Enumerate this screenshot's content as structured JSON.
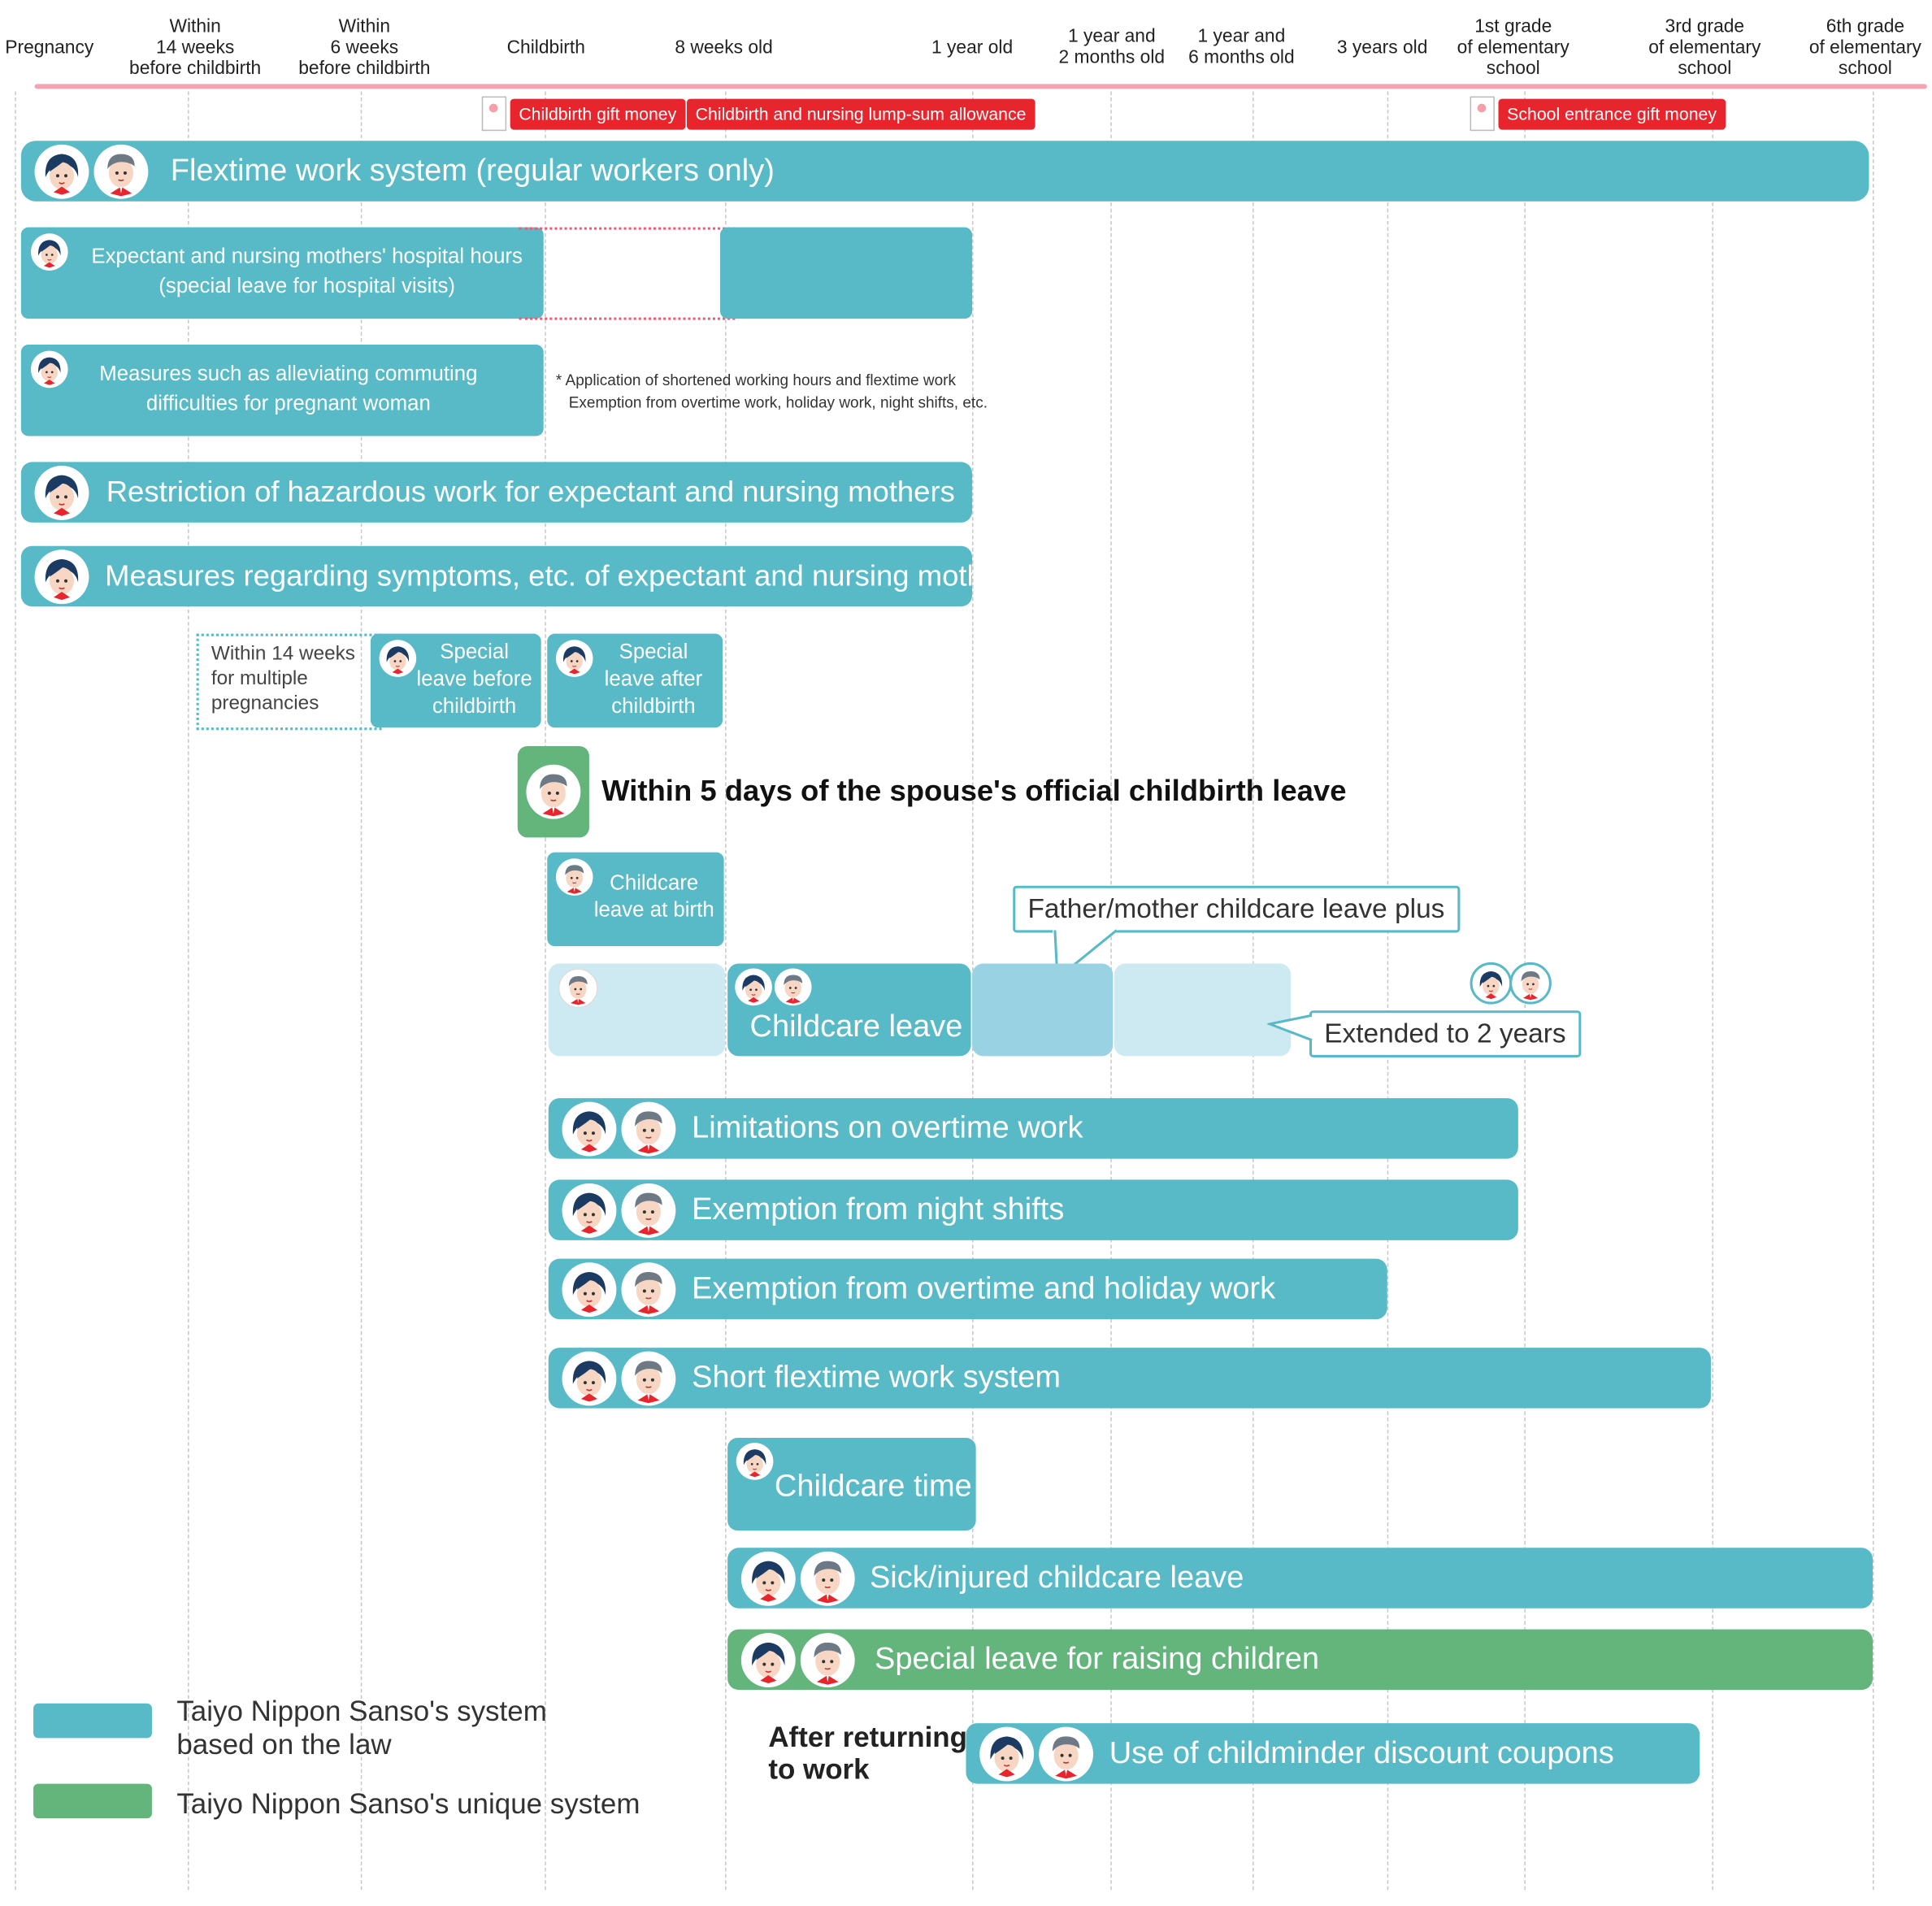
{
  "header": {
    "columns": [
      {
        "id": "pregnancy",
        "label": "Pregnancy"
      },
      {
        "id": "w14",
        "label": "Within\n14 weeks\nbefore childbirth"
      },
      {
        "id": "w6",
        "label": "Within\n6 weeks\nbefore childbirth"
      },
      {
        "id": "childbirth",
        "label": "Childbirth"
      },
      {
        "id": "w8",
        "label": "8 weeks old"
      },
      {
        "id": "y1",
        "label": "1 year old"
      },
      {
        "id": "y1m2",
        "label": "1 year and\n2 months old"
      },
      {
        "id": "y1m6",
        "label": "1 year and\n6 months old"
      },
      {
        "id": "y3",
        "label": "3 years old"
      },
      {
        "id": "g1",
        "label": "1st grade\nof elementary\nschool"
      },
      {
        "id": "g3",
        "label": "3rd grade\nof elementary\nschool"
      },
      {
        "id": "g6",
        "label": "6th grade\nof elementary\nschool"
      }
    ]
  },
  "allowances": {
    "childbirth_gift": "Childbirth gift money",
    "lump_sum": "Childbirth and nursing lump-sum allowance",
    "school_gift": "School entrance gift money"
  },
  "programs": {
    "flextime": "Flextime work system (regular workers only)",
    "hospital_hours": "Expectant and nursing mothers' hospital hours\n(special leave for hospital visits)",
    "commuting": "Measures such as alleviating commuting\ndifficulties for pregnant woman",
    "application_note": "* Application of shortened working hours and flextime work\n   Exemption from overtime work, holiday work, night shifts, etc.",
    "hazardous": "Restriction of hazardous work for expectant and nursing mothers",
    "symptoms": "Measures regarding symptoms, etc. of expectant and nursing mothers",
    "multiple_pregnancies": "Within 14 weeks\nfor multiple\npregnancies",
    "special_before": "Special\nleave before\nchildbirth",
    "special_after": "Special\nleave after\nchildbirth",
    "spouse_leave": "Within 5 days of the spouse's official childbirth leave",
    "childcare_at_birth": "Childcare\nleave at birth",
    "father_mother_plus": "Father/mother childcare leave plus",
    "childcare_leave": "Childcare leave",
    "extended": "Extended to 2 years",
    "overtime_limits": "Limitations on overtime work",
    "night_exempt": "Exemption from night shifts",
    "overtime_holiday_exempt": "Exemption from overtime and holiday work",
    "short_flextime": "Short flextime work system",
    "childcare_time": "Childcare time",
    "sick_leave": "Sick/injured childcare leave",
    "raising_leave": "Special leave for raising children",
    "after_return": "After returning\nto work",
    "childminder": "Use of childminder discount coupons"
  },
  "legend": {
    "law": "Taiyo Nippon Sanso's system\nbased on the law",
    "unique": "Taiyo Nippon Sanso's unique system"
  },
  "colors": {
    "law_teal": "#58b9c7",
    "unique_green": "#63b57c",
    "allowance_red": "#e8252d",
    "timeline_pink": "#f2a5b1"
  }
}
